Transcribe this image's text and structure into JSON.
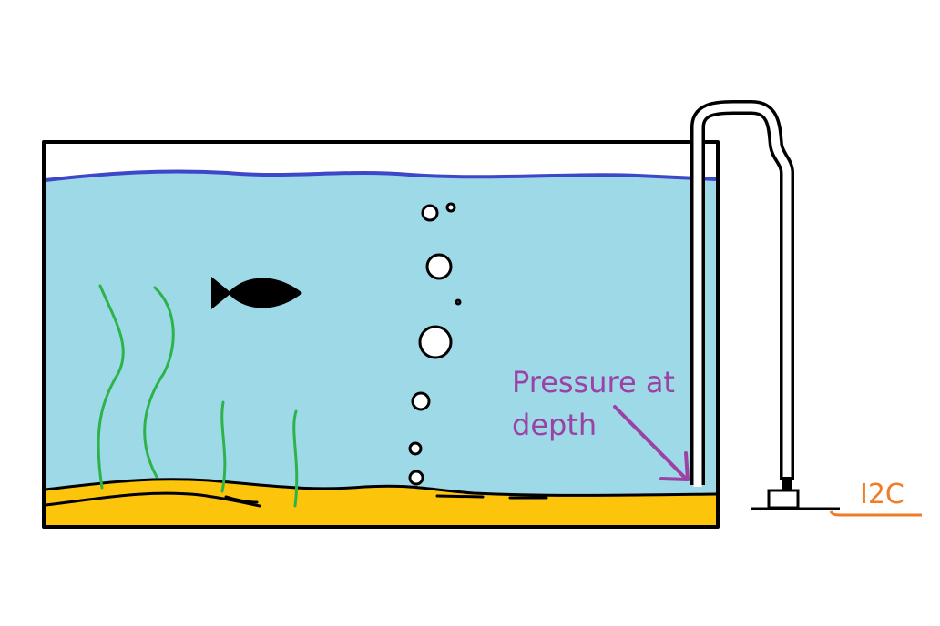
{
  "labels": {
    "pressure_line1": "Pressure at",
    "pressure_line2": "depth",
    "bus": "I2C"
  },
  "colors": {
    "water": "#9ed9e8",
    "water_surface": "#3f47c9",
    "sand": "#fcc50c",
    "outline": "#000000",
    "plants": "#2db34a",
    "annotation": "#9b42a5",
    "bus": "#f07c27",
    "fish": "#000000",
    "bubble_fill": "#ffffff"
  },
  "icons": {
    "fish": "fish-icon",
    "bubble": "bubble-icon",
    "sensor": "pressure-sensor-icon"
  }
}
